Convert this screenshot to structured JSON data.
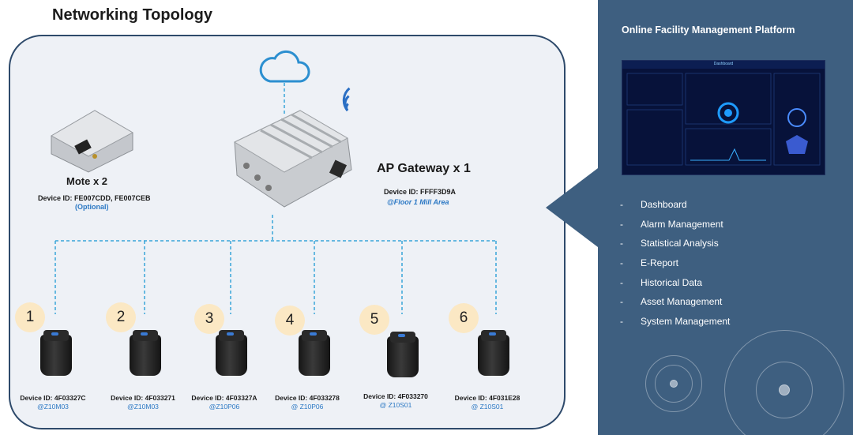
{
  "title": "Networking Topology",
  "gateway": {
    "label": "AP Gateway x 1",
    "device_id": "Device ID: FFFF3D9A",
    "location": "@Floor 1 Mill Area"
  },
  "mote": {
    "label": "Mote x 2",
    "device_id": "Device ID: FE007CDD, FE007CEB",
    "optional": "(Optional)"
  },
  "nodes": [
    {
      "number": "1",
      "device_id": "Device ID: 4F03327C",
      "location": "@Z10M03"
    },
    {
      "number": "2",
      "device_id": "Device ID: 4F033271",
      "location": "@Z10M03"
    },
    {
      "number": "3",
      "device_id": "Device ID: 4F03327A",
      "location": "@Z10P06"
    },
    {
      "number": "4",
      "device_id": "Device ID: 4F033278",
      "location": "@ Z10P06"
    },
    {
      "number": "5",
      "device_id": "Device ID: 4F033270",
      "location": "@ Z10S01"
    },
    {
      "number": "6",
      "device_id": "Device ID: 4F031E28",
      "location": "@ Z10S01"
    }
  ],
  "platform": {
    "title": "Online Facility Management Platform",
    "screenshot_title": "Dashboard",
    "features": [
      "Dashboard",
      "Alarm Management",
      "Statistical Analysis",
      "E-Report",
      "Historical Data",
      "Asset Management",
      "System Management"
    ]
  },
  "colors": {
    "panel": "#3e5f80",
    "line": "#38a6d8",
    "accent_text": "#2b78c4",
    "number_badge": "#fbe8c4"
  }
}
